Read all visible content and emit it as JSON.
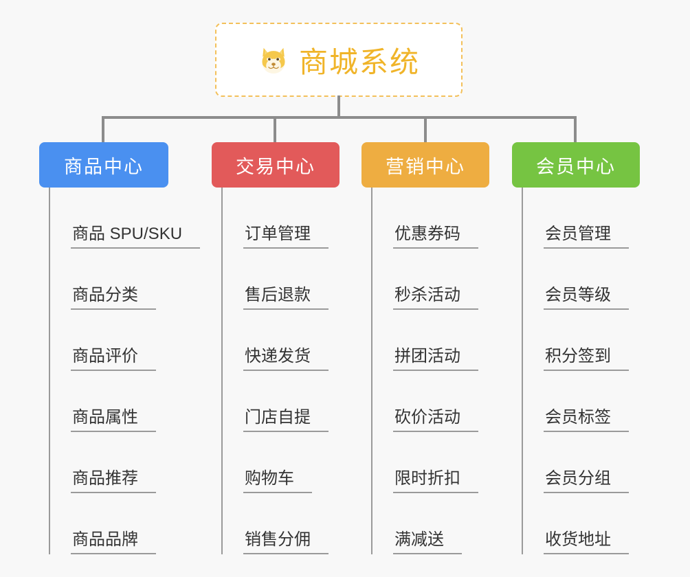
{
  "page": {
    "background_color": "#f8f8f8",
    "connector_color": "#8c8c8c",
    "leaf_rule_color": "#9a9a9a",
    "leaf_text_color": "#333333"
  },
  "root": {
    "title": "商城系统",
    "icon": "dog-face-icon",
    "icon_glyph": "🐶",
    "text_color": "#f0b429",
    "border_color": "#f3c05a",
    "background_color": "#ffffff"
  },
  "columns": [
    {
      "id": "product-center",
      "label": "商品中心",
      "color": "#4a90f0",
      "items": [
        "商品 SPU/SKU",
        "商品分类",
        "商品评价",
        "商品属性",
        "商品推荐",
        "商品品牌"
      ]
    },
    {
      "id": "trade-center",
      "label": "交易中心",
      "color": "#e25a5a",
      "items": [
        "订单管理",
        "售后退款",
        "快递发货",
        "门店自提",
        "购物车",
        "销售分佣"
      ]
    },
    {
      "id": "marketing-center",
      "label": "营销中心",
      "color": "#eead41",
      "items": [
        "优惠券码",
        "秒杀活动",
        "拼团活动",
        "砍价活动",
        "限时折扣",
        "满减送"
      ]
    },
    {
      "id": "member-center",
      "label": "会员中心",
      "color": "#76c442",
      "items": [
        "会员管理",
        "会员等级",
        "积分签到",
        "会员标签",
        "会员分组",
        "收货地址"
      ]
    }
  ]
}
